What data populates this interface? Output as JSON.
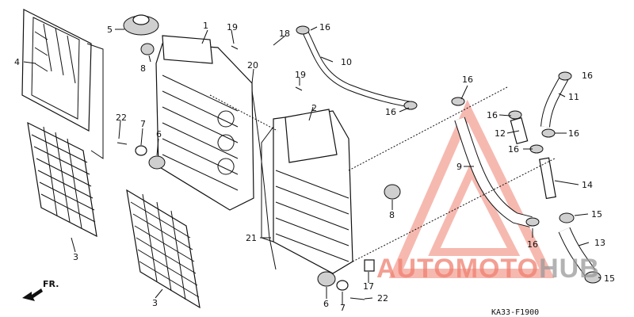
{
  "diagram": {
    "code": "KA33-F1900",
    "front_indicator": "FR.",
    "watermark": {
      "word1": "AUTO",
      "word2": "MOTO",
      "word3": "HUB",
      "color": "#f08070",
      "color_dark": "#9a9a9a"
    },
    "callouts": [
      "1",
      "2",
      "3",
      "3",
      "4",
      "5",
      "6",
      "6",
      "7",
      "7",
      "8",
      "8",
      "9",
      "10",
      "11",
      "12",
      "13",
      "14",
      "15",
      "15",
      "16",
      "16",
      "16",
      "16",
      "16",
      "16",
      "16",
      "16",
      "17",
      "18",
      "19",
      "19",
      "20",
      "21",
      "22",
      "22"
    ]
  }
}
